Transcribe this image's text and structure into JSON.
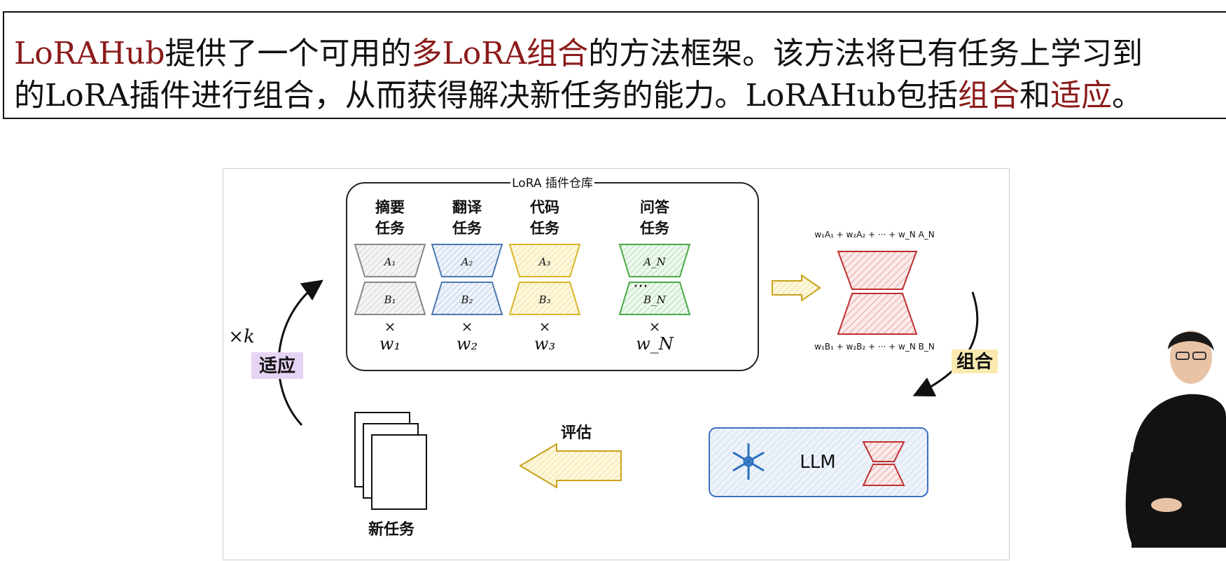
{
  "intro_text": {
    "line1_parts": [
      "LoRAHub",
      "提供了一个可用的",
      "多LoRA组合",
      "的方法框架。该方法将已有任务上学习到"
    ],
    "line2_parts": [
      "的LoRA插件进行组合，从而获得解决新任务的能力。LoRAHub包括",
      "组合",
      "和",
      "适应",
      "。"
    ],
    "highlight_color": "#8b1a1a"
  },
  "diagram": {
    "repo_label": "LoRA 插件仓库",
    "tasks": [
      {
        "title_line1": "摘要",
        "title_line2": "任务",
        "a_label": "A₁",
        "b_label": "B₁",
        "times": "×",
        "weight": "w₁",
        "color": "#888888"
      },
      {
        "title_line1": "翻译",
        "title_line2": "任务",
        "a_label": "A₂",
        "b_label": "B₂",
        "times": "×",
        "weight": "w₂",
        "color": "#4a78b0"
      },
      {
        "title_line1": "代码",
        "title_line2": "任务",
        "a_label": "A₃",
        "b_label": "B₃",
        "times": "×",
        "weight": "w₃",
        "color": "#d8b62a"
      },
      {
        "title_line1": "问答",
        "title_line2": "任务",
        "a_label": "A_N",
        "b_label": "B_N",
        "times": "×",
        "weight": "w_N",
        "color": "#4aa84a"
      }
    ],
    "ellipsis": "···",
    "formula_a": "w₁A₁ + w₂A₂ + ··· + w_N A_N",
    "formula_b": "w₁B₁ + w₂B₂ + ··· + w_N B_N",
    "compose_label": "组合",
    "adapt_label": "适应",
    "times_k": "×k",
    "llm_label": "LLM",
    "evaluate_label": "评估",
    "new_task_label": "新任务",
    "colors": {
      "compose_bg": "#fbeab0",
      "adapt_bg": "#e6d4f5",
      "merged_red": "#c03030",
      "llm_blue": "#3a6fc0",
      "arrow_yellow": "#d8b62a"
    }
  }
}
